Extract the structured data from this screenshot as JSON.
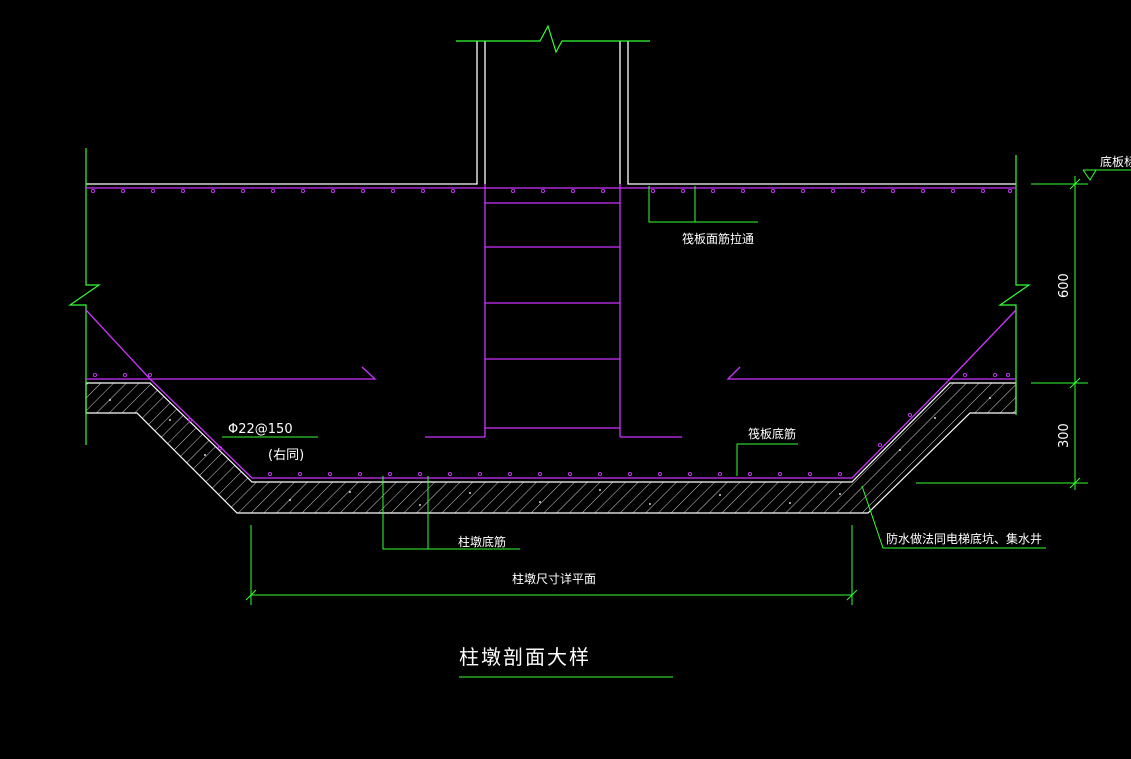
{
  "colors": {
    "background": "#000000",
    "concrete_outline": "#ffffff",
    "rebar": "#cc33ff",
    "dimension": "#33ff33",
    "text": "#ffffff"
  },
  "labels": {
    "slab_elevation": "底板标高",
    "raft_top_rebar_tie": "筏板面筋拉通",
    "rebar_spec": "Φ22@150",
    "rebar_spec_note": "(右同)",
    "raft_bottom_rebar": "筏板底筋",
    "pier_bottom_rebar": "柱墩底筋",
    "waterproof_note": "防水做法同电梯底坑、集水井",
    "pier_size_note": "柱墩尺寸详平面"
  },
  "dimensions": {
    "upper": "600",
    "lower": "300"
  },
  "title": "柱墩剖面大样"
}
